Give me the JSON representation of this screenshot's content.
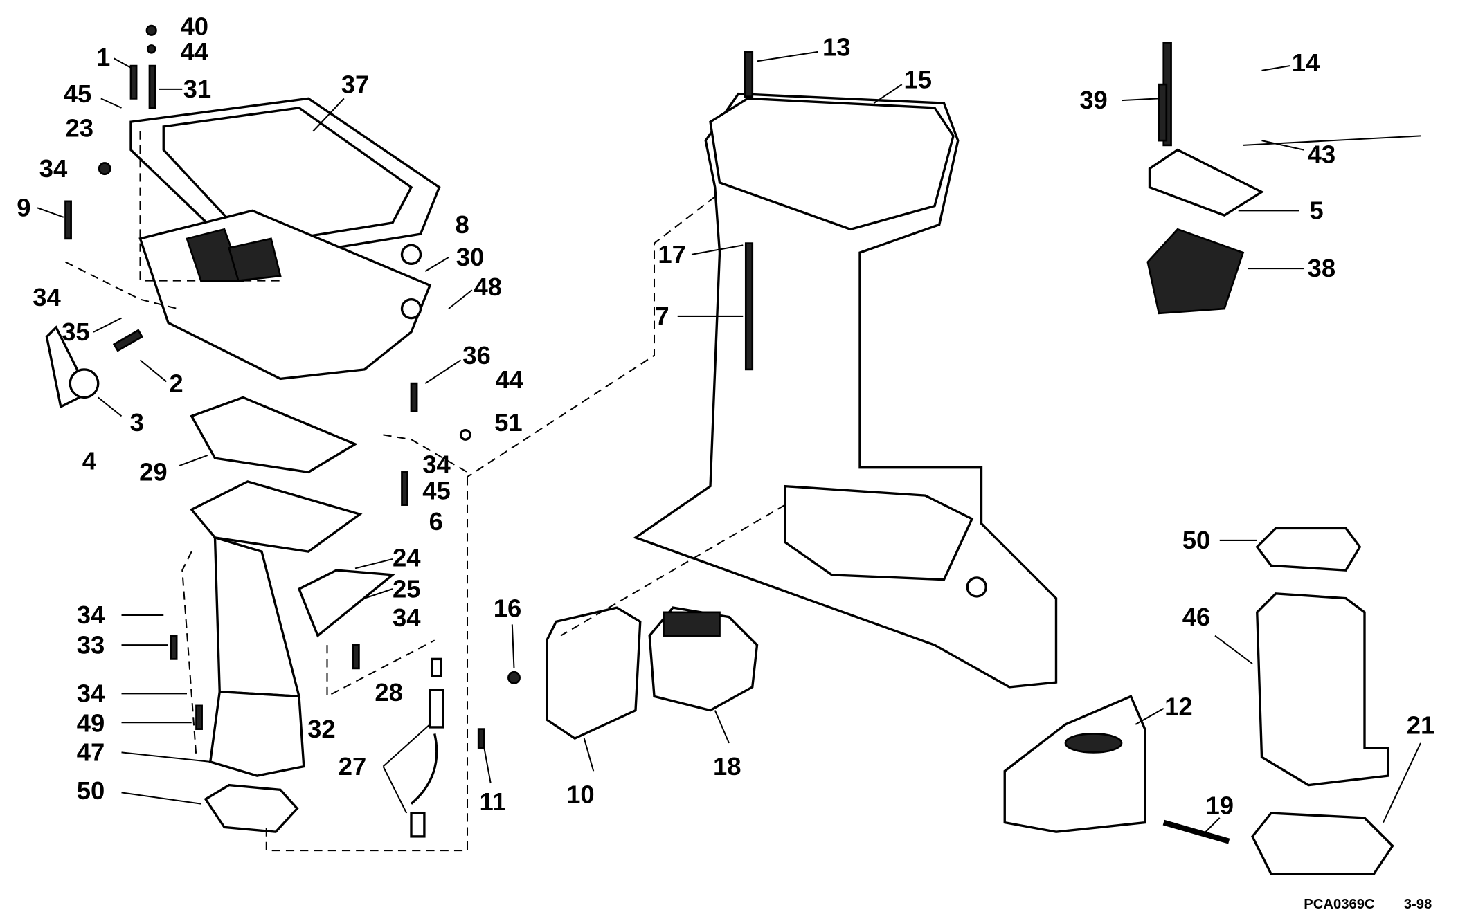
{
  "diagram": {
    "callouts": [
      "40",
      "44",
      "1",
      "31",
      "45",
      "37",
      "23",
      "34",
      "9",
      "34",
      "35",
      "8",
      "30",
      "48",
      "2",
      "3",
      "4",
      "36",
      "44",
      "51",
      "29",
      "34",
      "45",
      "6",
      "24",
      "25",
      "34",
      "34",
      "33",
      "16",
      "28",
      "34",
      "49",
      "32",
      "47",
      "27",
      "11",
      "10",
      "18",
      "50",
      "13",
      "15",
      "14",
      "39",
      "43",
      "5",
      "38",
      "17",
      "7",
      "50",
      "46",
      "12",
      "19",
      "21"
    ],
    "footer": {
      "drawing_id": "PCA0369C",
      "date": "3-98"
    }
  }
}
